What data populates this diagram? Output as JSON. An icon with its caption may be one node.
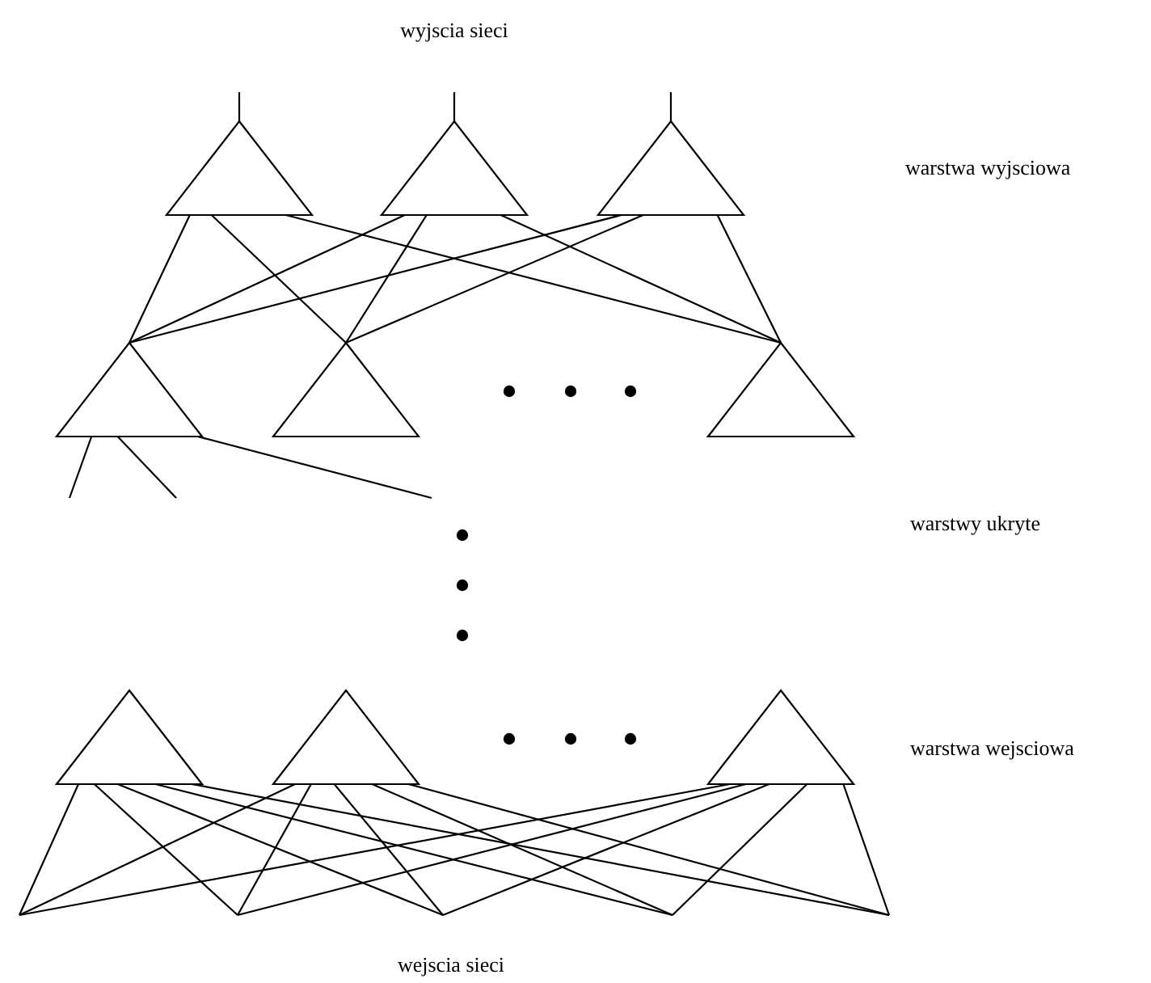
{
  "diagram": {
    "nodes": [
      {
        "text": [],
        "shape": "triangle"
      },
      {
        "text": [],
        "shape": "triangle"
      },
      {
        "text": [],
        "shape": "triangle"
      },
      {
        "text": [],
        "shape": "triangle"
      },
      {
        "text": [],
        "shape": "triangle"
      },
      {
        "text": [],
        "shape": "triangle"
      },
      {
        "text": [],
        "shape": "triangle"
      },
      {
        "text": [],
        "shape": "triangle"
      },
      {
        "text": [],
        "shape": "triangle"
      }
    ],
    "edges": [
      {
        "from": 0,
        "to": null,
        "arrow": "none"
      },
      {
        "from": 1,
        "to": null,
        "arrow": "none"
      },
      {
        "from": 2,
        "to": null,
        "arrow": "none"
      },
      {
        "from": 3,
        "to": 0,
        "arrow": "none"
      },
      {
        "from": 4,
        "to": 0,
        "arrow": "none"
      },
      {
        "from": 5,
        "to": 0,
        "arrow": "none"
      },
      {
        "from": 3,
        "to": 1,
        "arrow": "none"
      },
      {
        "from": 4,
        "to": 1,
        "arrow": "none"
      },
      {
        "from": 5,
        "to": 1,
        "arrow": "none"
      },
      {
        "from": 3,
        "to": 2,
        "arrow": "none"
      },
      {
        "from": 4,
        "to": 2,
        "arrow": "none"
      },
      {
        "from": 5,
        "to": 2,
        "arrow": "none"
      },
      {
        "from": null,
        "to": 3,
        "arrow": "none"
      },
      {
        "from": null,
        "to": 3,
        "arrow": "none"
      },
      {
        "from": null,
        "to": 3,
        "arrow": "none"
      },
      {
        "from": null,
        "to": 6,
        "arrow": "none"
      },
      {
        "from": null,
        "to": 6,
        "arrow": "none"
      },
      {
        "from": null,
        "to": 6,
        "arrow": "none"
      },
      {
        "from": null,
        "to": 6,
        "arrow": "none"
      },
      {
        "from": null,
        "to": 6,
        "arrow": "none"
      },
      {
        "from": null,
        "to": 7,
        "arrow": "none"
      },
      {
        "from": null,
        "to": 7,
        "arrow": "none"
      },
      {
        "from": null,
        "to": 7,
        "arrow": "none"
      },
      {
        "from": null,
        "to": 7,
        "arrow": "none"
      },
      {
        "from": null,
        "to": 7,
        "arrow": "none"
      },
      {
        "from": null,
        "to": 8,
        "arrow": "none"
      },
      {
        "from": null,
        "to": 8,
        "arrow": "none"
      },
      {
        "from": null,
        "to": 8,
        "arrow": "none"
      },
      {
        "from": null,
        "to": 8,
        "arrow": "none"
      },
      {
        "from": null,
        "to": 8,
        "arrow": "none"
      }
    ],
    "labels": [
      "wyjscia sieci",
      "warstwa wyjsciowa",
      "warstwy ukryte",
      "warstwa wejsciowa",
      "wejscia sieci"
    ]
  }
}
